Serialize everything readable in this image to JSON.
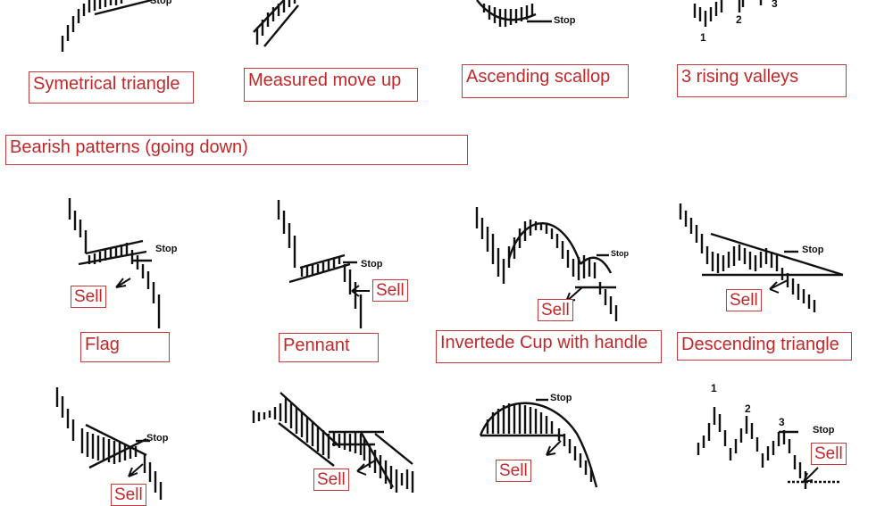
{
  "labels": {
    "symmetrical_triangle": "Symetrical triangle",
    "measured_move_up": "Measured move up",
    "ascending_scallop": "Ascending scallop",
    "three_rising_valleys": "3 rising valleys",
    "bearish_header": "Bearish patterns (going down)",
    "flag": "Flag",
    "pennant": "Pennant",
    "inverted_cup": "Invertede Cup with handle",
    "descending_triangle": "Descending triangle"
  },
  "callouts": {
    "stop": "Stop",
    "sell": "Sell"
  },
  "numbers": {
    "one": "1",
    "two": "2",
    "three": "3"
  },
  "colors": {
    "label_red": "#c0282a",
    "ink": "#111111"
  }
}
